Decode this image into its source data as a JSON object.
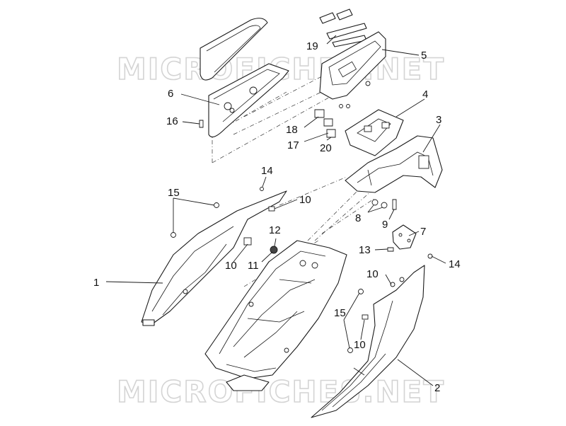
{
  "watermark": "MICROFICHES.NET",
  "callouts": [
    {
      "id": "c1",
      "text": "1"
    },
    {
      "id": "c2",
      "text": "2"
    },
    {
      "id": "c3",
      "text": "3"
    },
    {
      "id": "c4",
      "text": "4"
    },
    {
      "id": "c5",
      "text": "5"
    },
    {
      "id": "c6",
      "text": "6"
    },
    {
      "id": "c7",
      "text": "7"
    },
    {
      "id": "c8",
      "text": "8"
    },
    {
      "id": "c9",
      "text": "9"
    },
    {
      "id": "c10a",
      "text": "10"
    },
    {
      "id": "c10b",
      "text": "10"
    },
    {
      "id": "c10c",
      "text": "10"
    },
    {
      "id": "c10d",
      "text": "10"
    },
    {
      "id": "c11",
      "text": "11"
    },
    {
      "id": "c12",
      "text": "12"
    },
    {
      "id": "c13",
      "text": "13"
    },
    {
      "id": "c14a",
      "text": "14"
    },
    {
      "id": "c14b",
      "text": "14"
    },
    {
      "id": "c15a",
      "text": "15"
    },
    {
      "id": "c15b",
      "text": "15"
    },
    {
      "id": "c16",
      "text": "16"
    },
    {
      "id": "c17",
      "text": "17"
    },
    {
      "id": "c18",
      "text": "18"
    },
    {
      "id": "c19",
      "text": "19"
    },
    {
      "id": "c20",
      "text": "20"
    }
  ]
}
